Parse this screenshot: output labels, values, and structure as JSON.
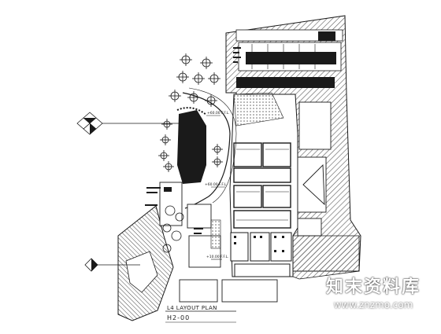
{
  "plan": {
    "title": "L4 LAYOUT PLAN",
    "subtitle": "H2-00",
    "levels": [
      {
        "label": "+60.00 F.F.L."
      },
      {
        "label": "+60.00 F.F.L."
      },
      {
        "label": "+10.00 F.F.L."
      }
    ]
  },
  "watermark": {
    "text_cn": "知末资料库",
    "url": "www.znzmo.com"
  },
  "colors": {
    "ink": "#1a1a1a",
    "hatch": "#5a5a5a",
    "paper": "#ffffff"
  }
}
